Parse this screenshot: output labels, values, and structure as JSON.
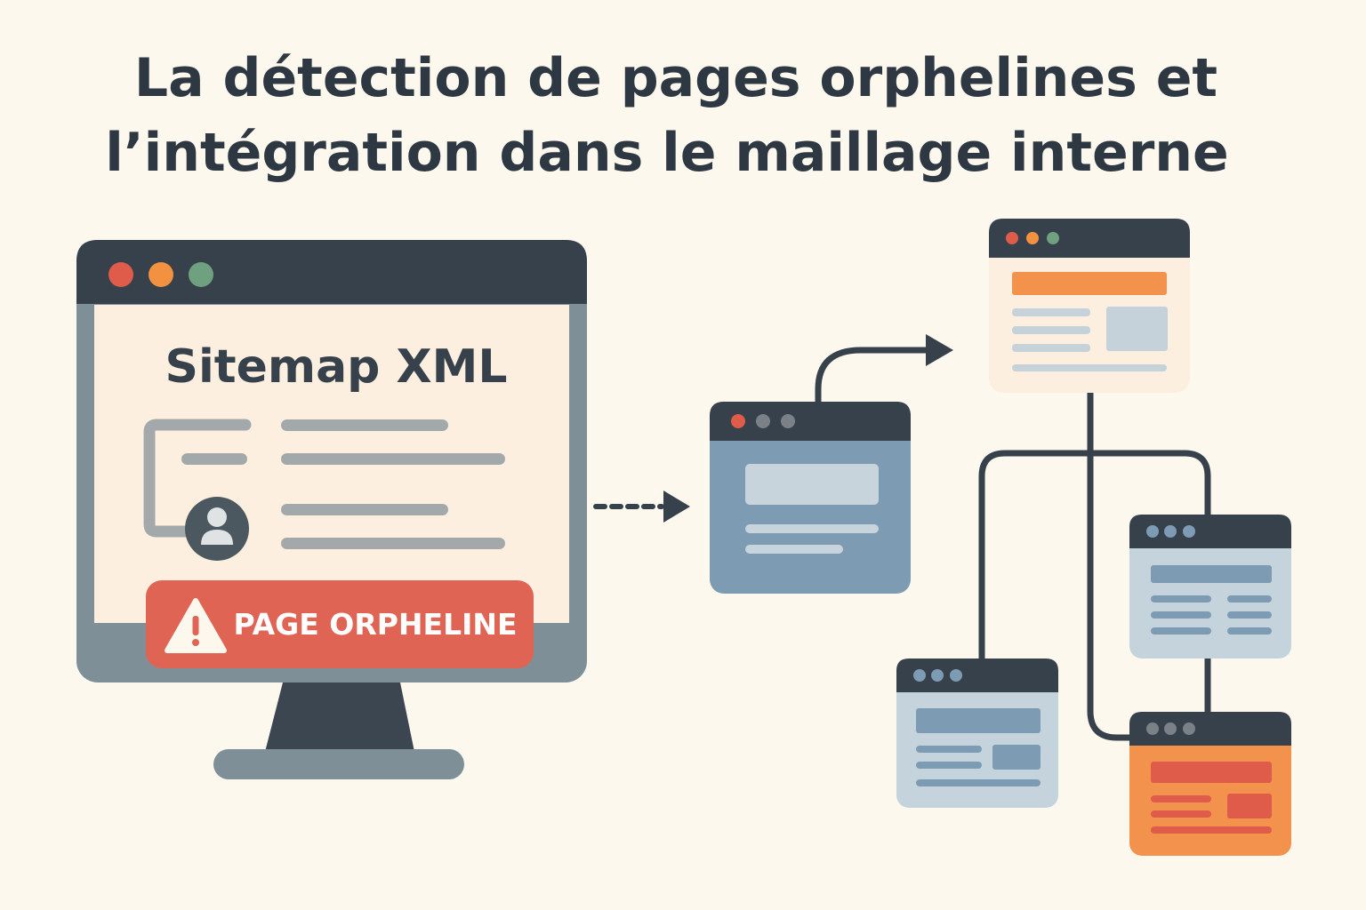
{
  "title": {
    "line1": "La détection de pages orphelines et",
    "line2": "l’intégration dans le maillage interne"
  },
  "monitor": {
    "heading": "Sitemap XML",
    "alert_label": "PAGE ORPHELINE",
    "icons": [
      "user-icon",
      "warning-icon"
    ]
  },
  "colors": {
    "background": "#fdf8ee",
    "dark": "#36414b",
    "alert_red": "#e06454",
    "orange": "#f2924c",
    "blue_gray": "#7d9cb4",
    "light_blue": "#c5d4dc",
    "cream": "#fcefdf",
    "dot_red": "#df5b4a",
    "dot_orange": "#f2913f",
    "dot_green": "#6fa07f"
  }
}
